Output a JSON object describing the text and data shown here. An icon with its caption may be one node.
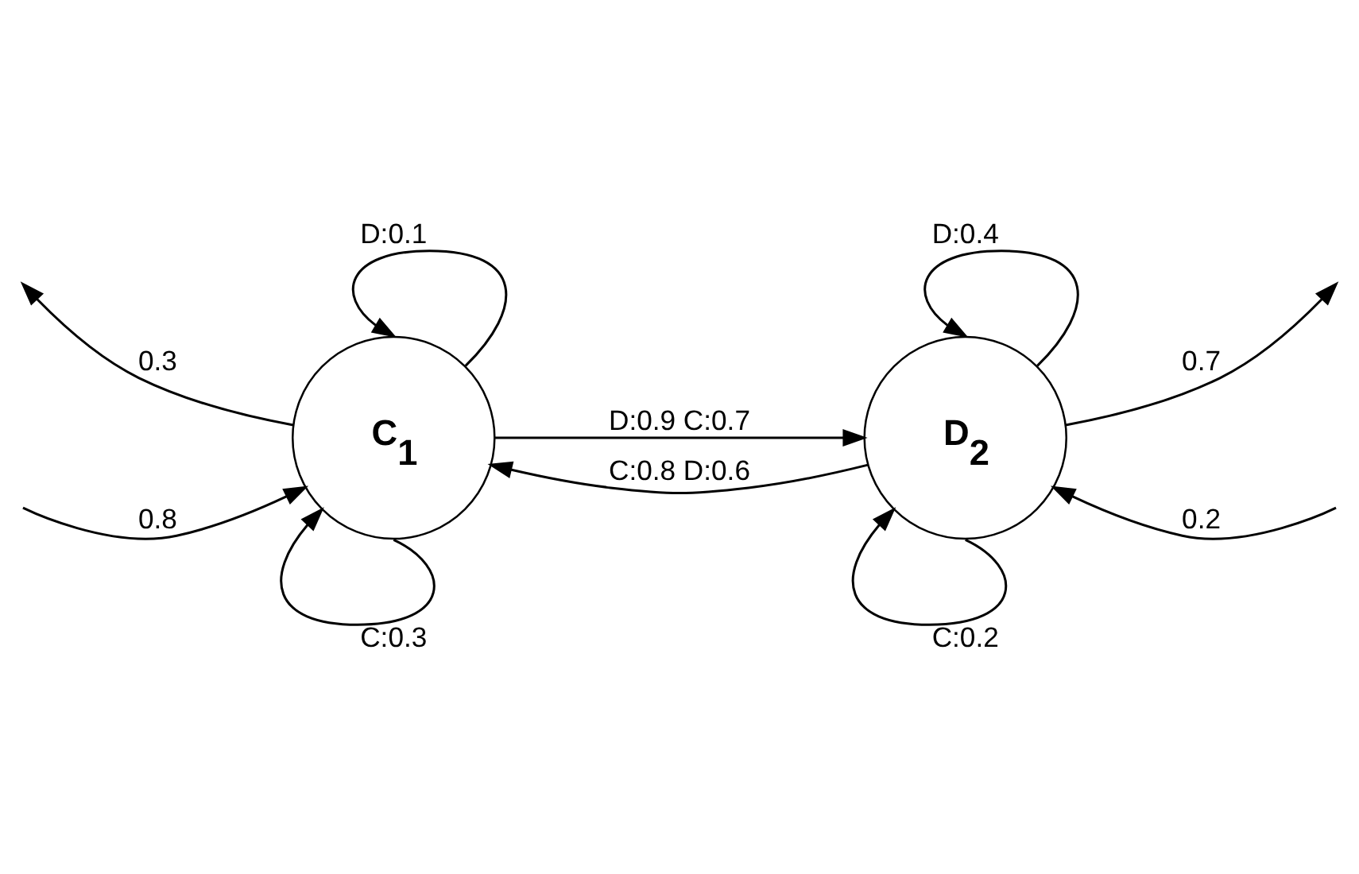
{
  "diagram": {
    "nodes": [
      {
        "text": [
          "C$_{1}$"
        ]
      },
      {
        "text": [
          "D$_{2}$"
        ]
      }
    ],
    "edges": [
      {
        "from": 0,
        "to": 0,
        "arrow": "to",
        "label": "D:0.1"
      },
      {
        "from": 0,
        "to": 0,
        "arrow": "to",
        "label": "C:0.3"
      },
      {
        "from": 0,
        "to": 1,
        "arrow": "to",
        "label": "D:0.9 C:0.7"
      },
      {
        "from": 1,
        "to": 0,
        "arrow": "to",
        "label": "C:0.8 D:0.6"
      },
      {
        "from": 1,
        "to": 1,
        "arrow": "to",
        "label": "D:0.4"
      },
      {
        "from": 1,
        "to": 1,
        "arrow": "to",
        "label": "C:0.2"
      },
      {
        "from": 0,
        "to": null,
        "arrow": "to",
        "label": "0.3"
      },
      {
        "from": null,
        "to": 0,
        "arrow": "to",
        "label": "0.8"
      },
      {
        "from": 1,
        "to": null,
        "arrow": "to",
        "label": "0.7"
      },
      {
        "from": null,
        "to": 1,
        "arrow": "to",
        "label": "0.2"
      }
    ]
  }
}
